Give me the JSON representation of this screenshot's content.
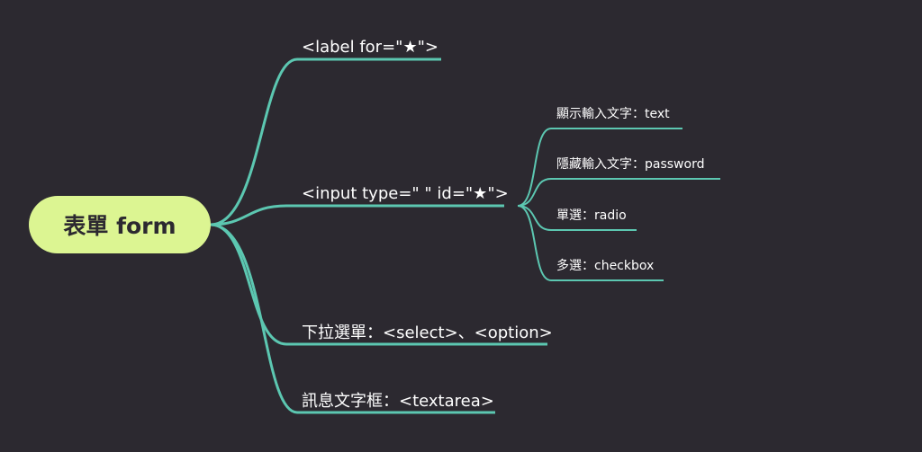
{
  "mindmap": {
    "root": {
      "label": "表單 form"
    },
    "branches": [
      {
        "label": "<label for=\"★\">"
      },
      {
        "label": "<input type=\" \" id=\"★\">",
        "children": [
          {
            "label": "顯示輸入文字：text"
          },
          {
            "label": "隱藏輸入文字：password"
          },
          {
            "label": "單選：radio"
          },
          {
            "label": "多選：checkbox"
          }
        ]
      },
      {
        "label": "下拉選單：<select>、<option>"
      },
      {
        "label": "訊息文字框：<textarea>"
      }
    ]
  },
  "colors": {
    "background": "#2c2930",
    "root_fill": "#dcf592",
    "connector": "#5cc7b1",
    "text": "#ffffff"
  }
}
